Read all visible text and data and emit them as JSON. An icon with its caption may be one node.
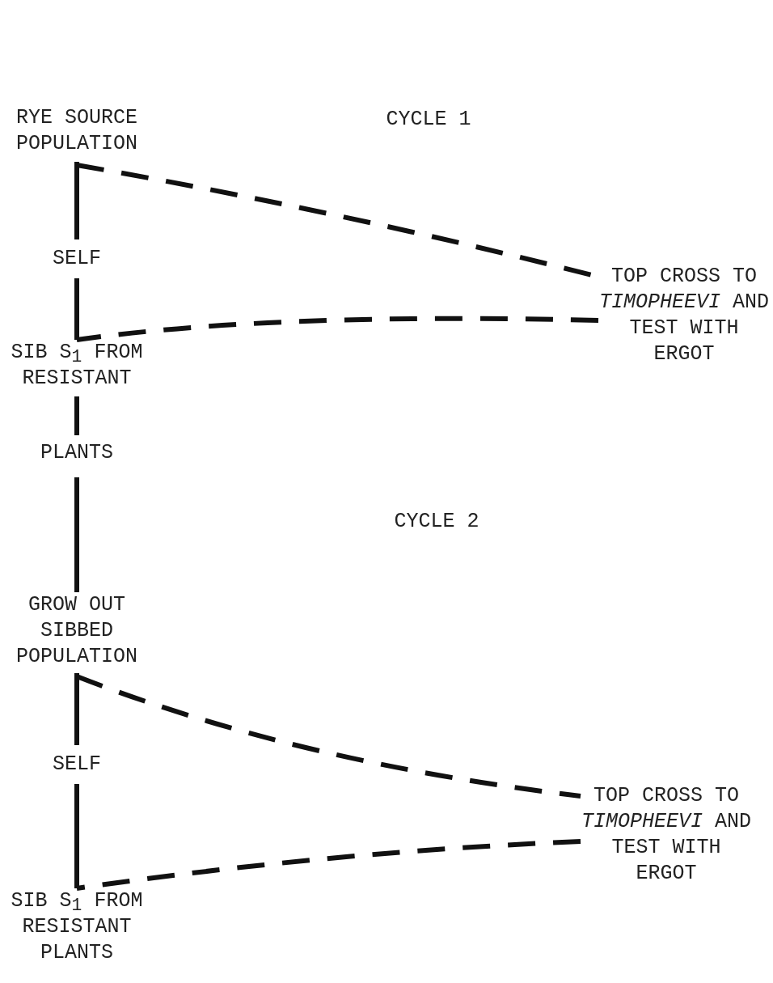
{
  "diagram": {
    "nodes": [
      {
        "text": [
          "RYE SOURCE POPULATION"
        ]
      },
      {
        "text": [
          "TOP CROSS TO *TIMOPHEEVI* AND TEST WITH ERGOT"
        ]
      },
      {
        "text": [
          "SIB S$_{1}$ FROM RESISTANT",
          "PLANTS"
        ]
      },
      {
        "text": [
          "GROW OUT SIBBED POPULATION"
        ]
      },
      {
        "text": [
          "TOP CROSS TO *TIMOPHEEVI* AND TEST WITH ERGOT"
        ]
      },
      {
        "text": [
          "SIB S$_{1}$ FROM RESISTANT PLANTS"
        ]
      }
    ],
    "edges": [
      {
        "from": 0,
        "to": 2,
        "arrow": "none",
        "label": "SELF"
      },
      {
        "from": 0,
        "to": 1,
        "arrow": "none",
        "style": "dashed"
      },
      {
        "from": 1,
        "to": 2,
        "arrow": "none",
        "style": "dashed"
      },
      {
        "from": 2,
        "to": 3,
        "arrow": "none"
      },
      {
        "from": 3,
        "to": 5,
        "arrow": "none",
        "label": "SELF"
      },
      {
        "from": 3,
        "to": 4,
        "arrow": "none",
        "style": "dashed"
      },
      {
        "from": 4,
        "to": 5,
        "arrow": "none",
        "style": "dashed"
      }
    ],
    "labels": [
      "CYCLE 1",
      "CYCLE 2"
    ]
  }
}
